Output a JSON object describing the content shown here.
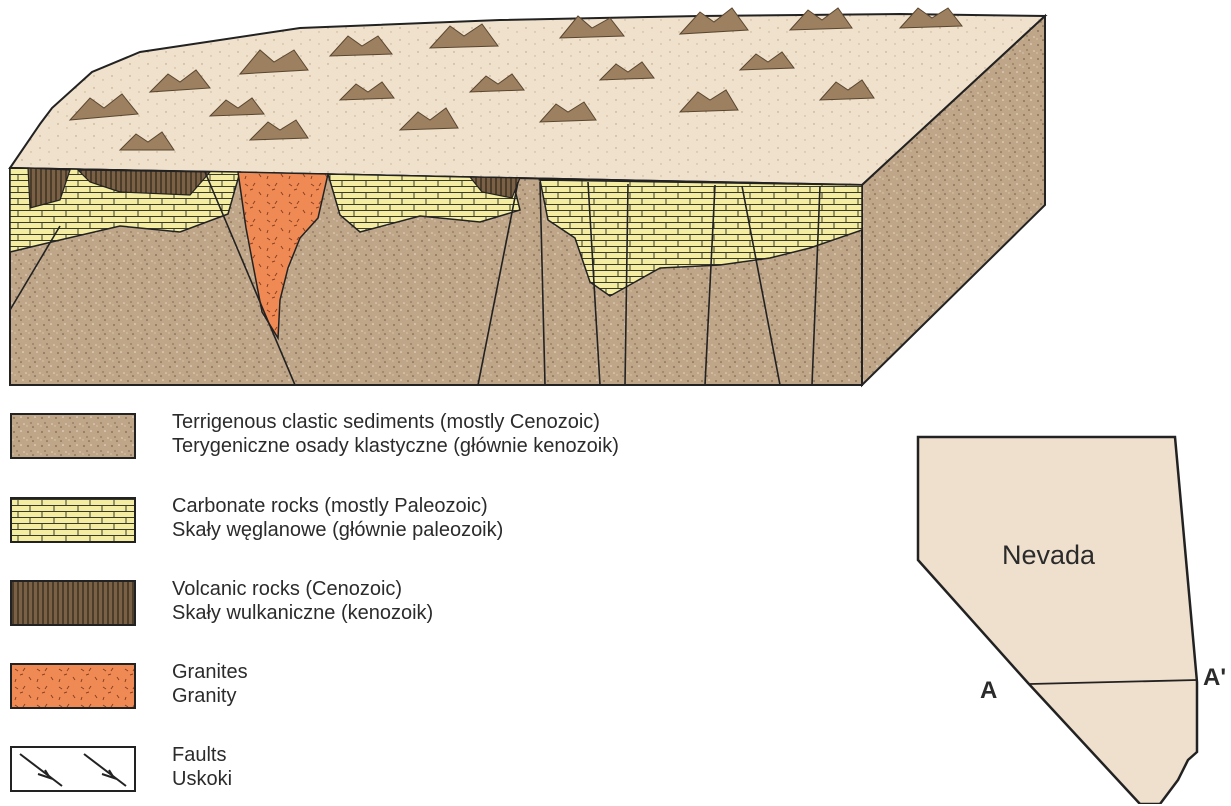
{
  "colors": {
    "sediment": "#bfa688",
    "carbonate": "#f4eda1",
    "volcanic": "#7a6146",
    "granite": "#ef8a55",
    "surface": "#efe1cc",
    "map_fill": "#efdfcd",
    "outline": "#222222"
  },
  "legend": [
    {
      "key": "sediment",
      "en": "Terrigenous clastic sediments (mostly Cenozoic)",
      "pl": "Terygeniczne osady klastyczne (głównie kenozoik)"
    },
    {
      "key": "carbonate",
      "en": "Carbonate rocks (mostly Paleozoic)",
      "pl": "Skały węglanowe (głównie paleozoik)"
    },
    {
      "key": "volcanic",
      "en": "Volcanic rocks (Cenozoic)",
      "pl": "Skały wulkaniczne (kenozoik)"
    },
    {
      "key": "granite",
      "en": "Granites",
      "pl": "Granity"
    },
    {
      "key": "fault",
      "en": "Faults",
      "pl": "Uskoki"
    }
  ],
  "map": {
    "state": "Nevada",
    "point_a": "A",
    "point_a_prime": "A'"
  }
}
